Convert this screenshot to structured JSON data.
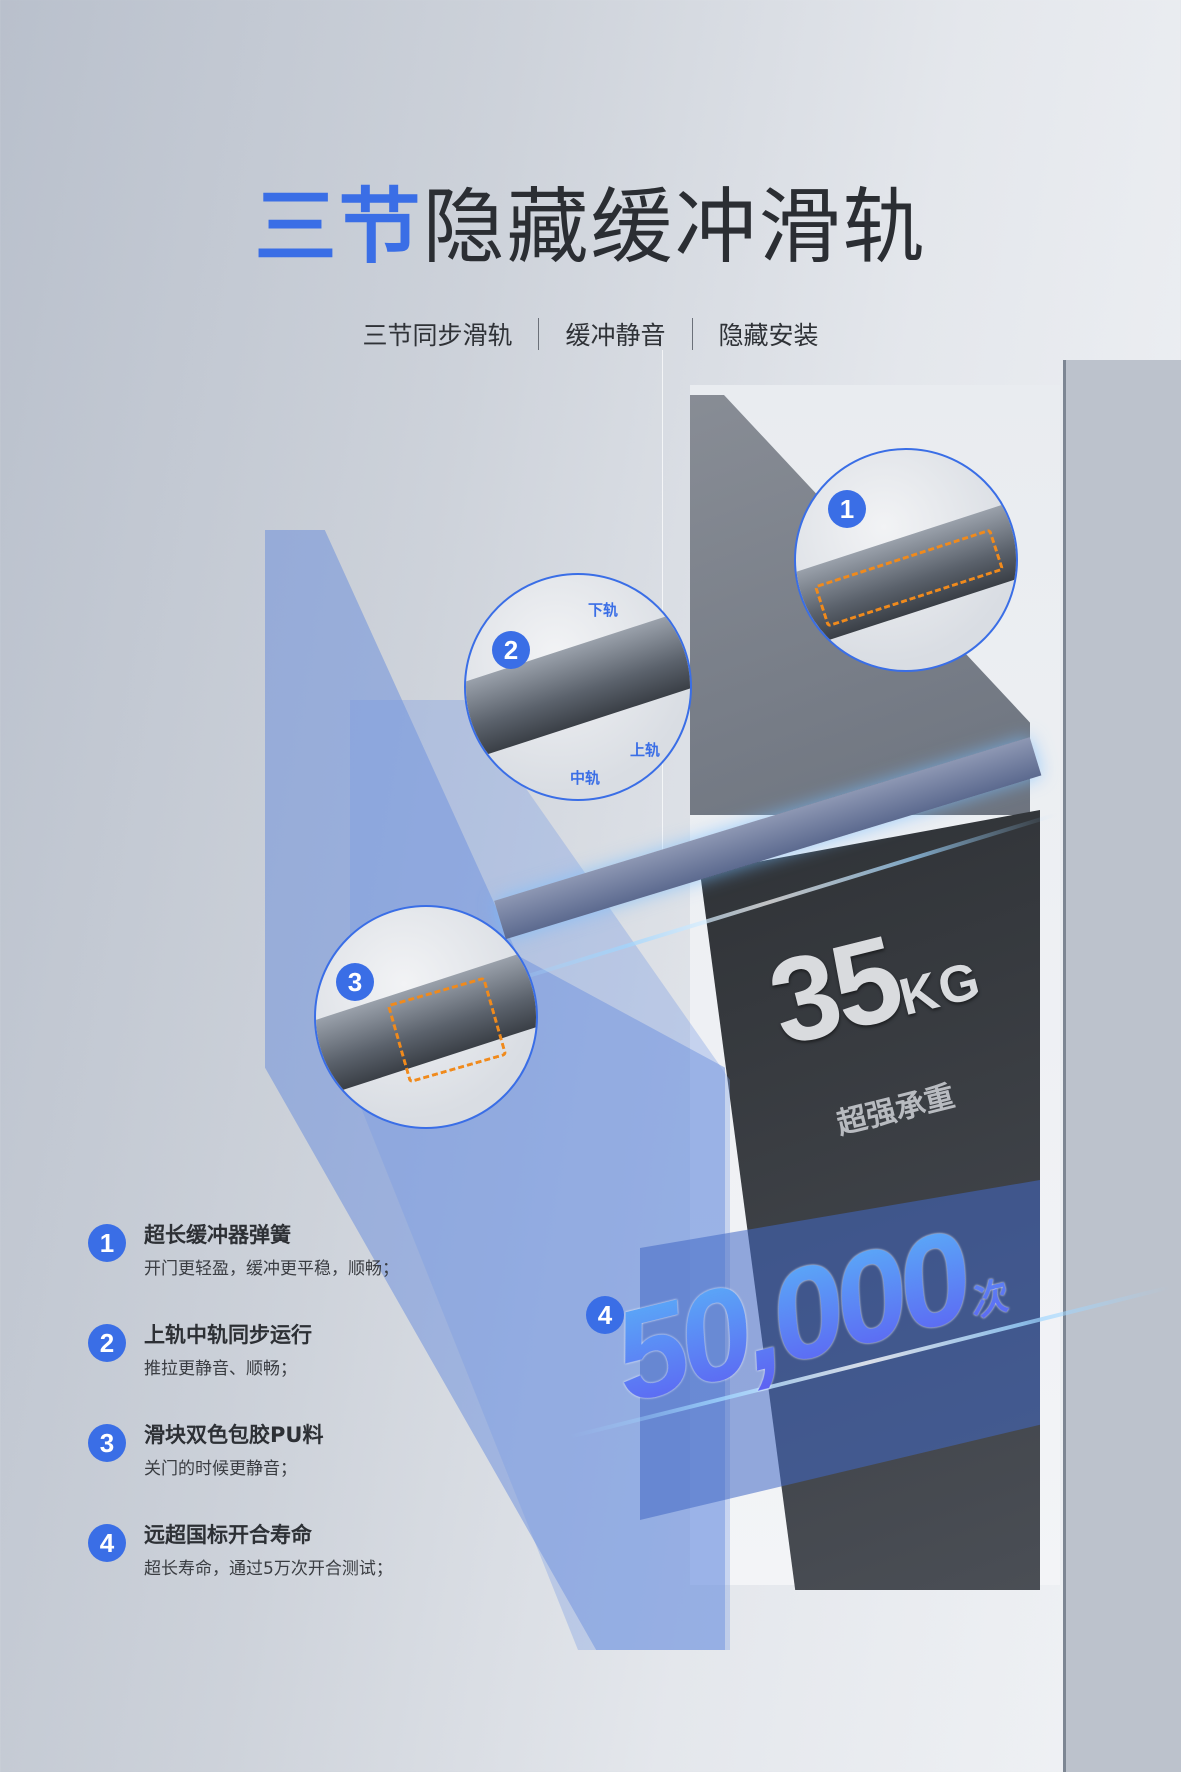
{
  "header": {
    "title_highlight": "三节",
    "title_rest": "隐藏缓冲滑轨",
    "subtitle_items": [
      "三节同步滑轨",
      "缓冲静音",
      "隐藏安装"
    ]
  },
  "colors": {
    "accent_blue": "#3a6ee6",
    "title_dark": "#2b2e33",
    "highlight_orange": "#f08a1c"
  },
  "detail_circles": [
    {
      "number": "1"
    },
    {
      "number": "2",
      "labels": {
        "lower_rail": "下轨",
        "upper_rail": "上轨",
        "middle_rail": "中轨"
      }
    },
    {
      "number": "3"
    }
  ],
  "load": {
    "value": "35",
    "unit": "KG",
    "label": "超强承重"
  },
  "cycles": {
    "value": "50,000",
    "unit": "次",
    "marker": "4"
  },
  "features": [
    {
      "number": "1",
      "title": "超长缓冲器弹簧",
      "desc": "开门更轻盈，缓冲更平稳，顺畅；"
    },
    {
      "number": "2",
      "title": "上轨中轨同步运行",
      "desc": "推拉更静音、顺畅；"
    },
    {
      "number": "3",
      "title": "滑块双色包胶PU料",
      "desc": "关门的时候更静音；"
    },
    {
      "number": "4",
      "title": "远超国标开合寿命",
      "desc": "超长寿命，通过5万次开合测试；"
    }
  ]
}
